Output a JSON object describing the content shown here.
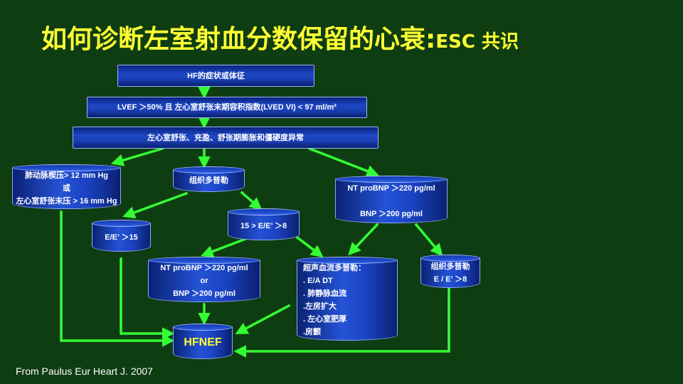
{
  "title": {
    "main": "如何诊断左室射血分数保留的心衰:",
    "suffix": "ESC 共识"
  },
  "nodes": {
    "symptoms": "HF的症状或体征",
    "lvef": "LVEF ＞50% 且 左心室舒张末期容积指数(LVED VI) < 97 ml/m²",
    "diastolic": "左心室舒张、充盈、舒张期膨胀和僵硬度异常",
    "pcwp": {
      "line1": "肺动脉楔压> 12 mm Hg",
      "line2": "或",
      "line3": "左心室舒张末压 > 16 mm Hg"
    },
    "doppler": "组织多普勒",
    "ee_15": "E/E’ ＞15",
    "ee_15_8": "15 > E/E’ ＞8",
    "ntprobnp_right": {
      "line1": "NT proBNP ＞220 pg/ml",
      "line2": "BNP ＞200 pg/ml"
    },
    "ntprobnp_mid": {
      "line1": "NT proBNP ＞220 pg/ml",
      "line2": "or",
      "line3": "BNP ＞200 pg/ml"
    },
    "echo_flow": {
      "line1": "超声血流多普勒：",
      "line2": ". E/A  DT",
      "line3": ". 肺静脉血流",
      "line4": ".左房扩大",
      "line5": ". 左心室肥厚",
      "line6": ".房颤"
    },
    "doppler_right": {
      "line1": "组织多普勒",
      "line2": "E / E’ ＞8"
    },
    "hfnef": "HFNEF"
  },
  "footer": "From Paulus Eur Heart J. 2007",
  "colors": {
    "background": "#0f3d12",
    "title": "#ffff33",
    "arrow": "#33ff33",
    "box": "#1b3fb6"
  }
}
